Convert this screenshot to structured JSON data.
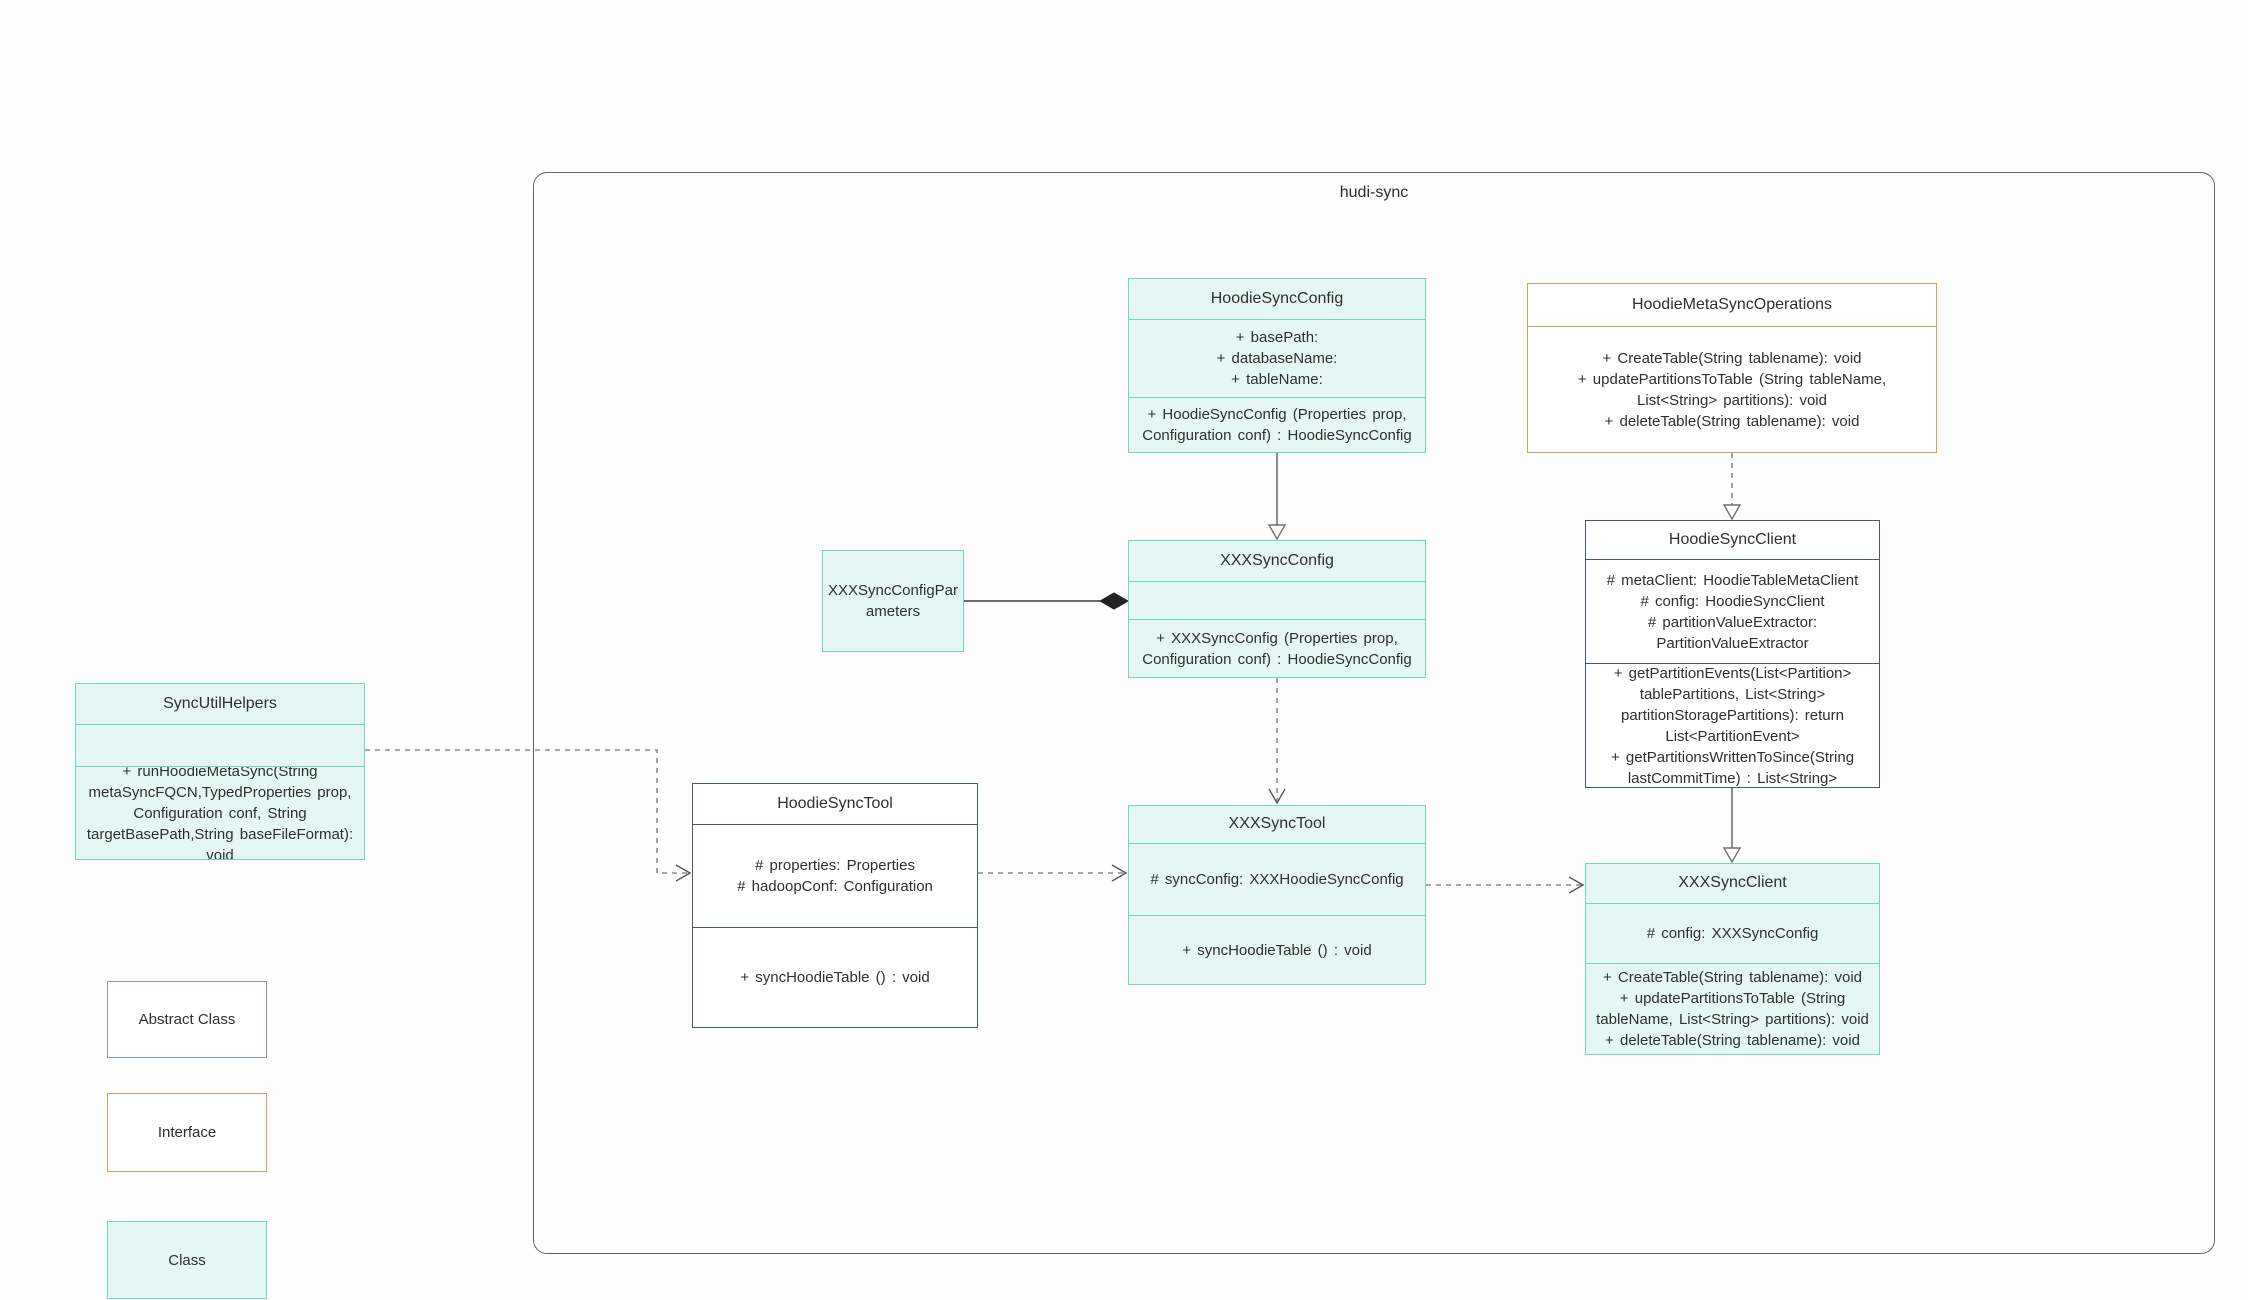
{
  "container": {
    "label": "hudi-sync"
  },
  "legend": [
    "Abstract Class",
    "Interface",
    "Class"
  ],
  "colors": {
    "class_fill": "#e4f7f2",
    "class_border": "#72d5c4",
    "abstract_border": "#46597d",
    "interface_border": "#d4a05c",
    "legend_abstract_border": "#8694d1",
    "edge_solid": "#707070",
    "edge_dashed": "#8c8c8c"
  },
  "classes": {
    "hoodieSyncConfig": {
      "name": "HoodieSyncConfig",
      "attributes": [
        "+ basePath:",
        "+ databaseName:",
        "+ tableName:"
      ],
      "methods": [
        "+ HoodieSyncConfig (Properties prop, Configuration conf) : HoodieSyncConfig"
      ]
    },
    "hoodieMetaSyncOperations": {
      "name": "HoodieMetaSyncOperations",
      "methods": [
        "+ CreateTable(String tablename): void",
        "+ updatePartitionsToTable (String tableName, List<String> partitions): void",
        "+ deleteTable(String tablename): void"
      ]
    },
    "hoodieSyncClient": {
      "name": "HoodieSyncClient",
      "attributes": [
        "# metaClient: HoodieTableMetaClient",
        "# config: HoodieSyncClient",
        "# partitionValueExtractor: PartitionValueExtractor"
      ],
      "methods": [
        "+ getPartitionEvents(List<Partition> tablePartitions, List<String> partitionStoragePartitions): return List<PartitionEvent>",
        "+ getPartitionsWrittenToSince(String lastCommitTime) : List<String>"
      ]
    },
    "xxxSyncConfig": {
      "name": "XXXSyncConfig",
      "attributes": [],
      "methods": [
        "+ XXXSyncConfig (Properties prop, Configuration conf) : HoodieSyncConfig"
      ]
    },
    "xxxSyncConfigParameters": {
      "name": "XXXSyncConfigParameters"
    },
    "syncUtilHelpers": {
      "name": "SyncUtilHelpers",
      "attributes": [],
      "methods": [
        "+ runHoodieMetaSync(String metaSyncFQCN,TypedProperties prop, Configuration conf, String targetBasePath,String baseFileFormat): void"
      ]
    },
    "hoodieSyncTool": {
      "name": "HoodieSyncTool",
      "attributes": [
        "# properties: Properties",
        "# hadoopConf: Configuration"
      ],
      "methods": [
        "+ syncHoodieTable () : void"
      ]
    },
    "xxxSyncTool": {
      "name": "XXXSyncTool",
      "attributes": [
        "# syncConfig: XXXHoodieSyncConfig"
      ],
      "methods": [
        "+ syncHoodieTable () : void"
      ]
    },
    "xxxSyncClient": {
      "name": "XXXSyncClient",
      "attributes": [
        "# config: XXXSyncConfig"
      ],
      "methods": [
        "+ CreateTable(String tablename): void",
        "+ updatePartitionsToTable (String tableName, List<String> partitions): void",
        "+ deleteTable(String tablename): void"
      ]
    }
  }
}
